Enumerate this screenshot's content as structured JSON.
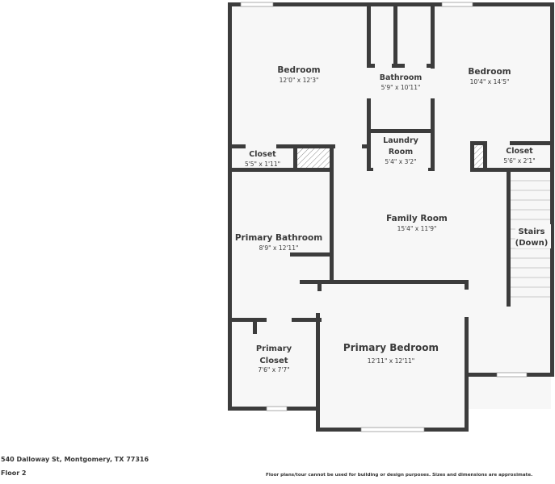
{
  "colors": {
    "wall": "#3c3c3c",
    "floor": "#f7f7f7",
    "window": "#ffffff",
    "text": "#3a3a3a"
  },
  "rooms": [
    {
      "id": "bedroom-1",
      "name": "Bedroom",
      "dims": "12'0\" x 12'3\""
    },
    {
      "id": "bathroom",
      "name": "Bathroom",
      "dims": "5'9\" x 10'11\""
    },
    {
      "id": "bedroom-2",
      "name": "Bedroom",
      "dims": "10'4\" x 14'5\""
    },
    {
      "id": "laundry",
      "name_line1": "Laundry",
      "name_line2": "Room",
      "dims": "5'4\" x 3'2\""
    },
    {
      "id": "closet-1",
      "name": "Closet",
      "dims": "5'5\" x 1'11\""
    },
    {
      "id": "closet-2",
      "name": "Closet",
      "dims": "5'6\" x 2'1\""
    },
    {
      "id": "family-room",
      "name": "Family Room",
      "dims": "15'4\" x 11'9\""
    },
    {
      "id": "stairs",
      "name_line1": "Stairs",
      "name_line2": "(Down)"
    },
    {
      "id": "primary-bathroom",
      "name": "Primary Bathroom",
      "dims": "8'9\" x 12'11\""
    },
    {
      "id": "primary-closet",
      "name_line1": "Primary",
      "name_line2": "Closet",
      "dims": "7'6\" x 7'7\""
    },
    {
      "id": "primary-bedroom",
      "name": "Primary Bedroom",
      "dims": "12'11\" x 12'11\""
    }
  ],
  "footer": {
    "address": "540 Dalloway St, Montgomery, TX 77316",
    "floor": "Floor 2",
    "disclaimer": "Floor plans/tour cannot be used for building or design purposes. Sizes and dimensions are approximate."
  }
}
